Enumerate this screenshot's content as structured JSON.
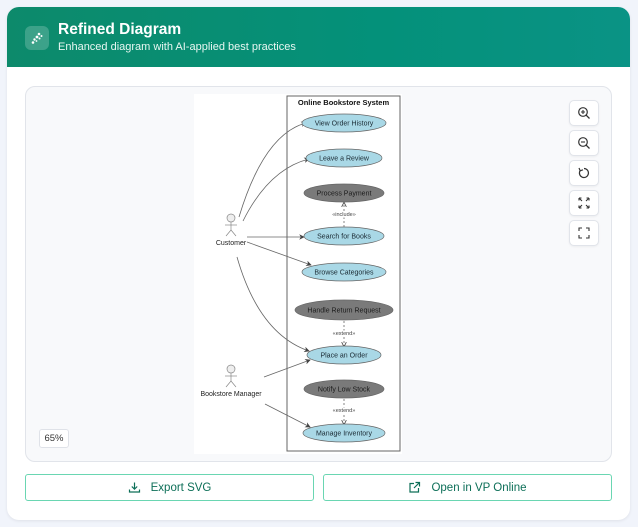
{
  "header": {
    "icon": "sparkle-icon",
    "title": "Refined Diagram",
    "subtitle": "Enhanced diagram with AI-applied best practices"
  },
  "diagram": {
    "system_title": "Online Bookstore System",
    "actors": [
      {
        "id": "customer",
        "label": "Customer"
      },
      {
        "id": "manager",
        "label": "Bookstore Manager"
      }
    ],
    "use_cases": [
      {
        "id": "view_order_history",
        "label": "View Order History",
        "kind": "primary"
      },
      {
        "id": "leave_review",
        "label": "Leave a Review",
        "kind": "primary"
      },
      {
        "id": "process_payment",
        "label": "Process Payment",
        "kind": "secondary"
      },
      {
        "id": "search_books",
        "label": "Search for Books",
        "kind": "primary"
      },
      {
        "id": "browse_categories",
        "label": "Browse Categories",
        "kind": "primary"
      },
      {
        "id": "handle_return",
        "label": "Handle Return Request",
        "kind": "secondary"
      },
      {
        "id": "place_order",
        "label": "Place an Order",
        "kind": "primary"
      },
      {
        "id": "notify_low_stock",
        "label": "Notify Low Stock",
        "kind": "secondary"
      },
      {
        "id": "manage_inventory",
        "label": "Manage Inventory",
        "kind": "primary"
      }
    ],
    "associations": [
      {
        "from": "customer",
        "to": "view_order_history"
      },
      {
        "from": "customer",
        "to": "leave_review"
      },
      {
        "from": "customer",
        "to": "search_books"
      },
      {
        "from": "customer",
        "to": "browse_categories"
      },
      {
        "from": "customer",
        "to": "place_order"
      },
      {
        "from": "manager",
        "to": "place_order"
      },
      {
        "from": "manager",
        "to": "manage_inventory"
      }
    ],
    "relations": [
      {
        "from": "search_books",
        "to": "process_payment",
        "label": "«include»"
      },
      {
        "from": "handle_return",
        "to": "place_order",
        "label": "«extend»"
      },
      {
        "from": "notify_low_stock",
        "to": "manage_inventory",
        "label": "«extend»"
      }
    ],
    "colors": {
      "primary_fill": "#a9d8e6",
      "secondary_fill": "#7a7a7a",
      "stroke": "#666666"
    }
  },
  "controls": {
    "zoom_in": "zoom-in-icon",
    "zoom_out": "zoom-out-icon",
    "reset": "reset-icon",
    "fit": "fit-screen-icon",
    "fullscreen": "fullscreen-icon",
    "zoom_level": "65%"
  },
  "actions": {
    "export_label": "Export SVG",
    "open_label": "Open in VP Online"
  }
}
